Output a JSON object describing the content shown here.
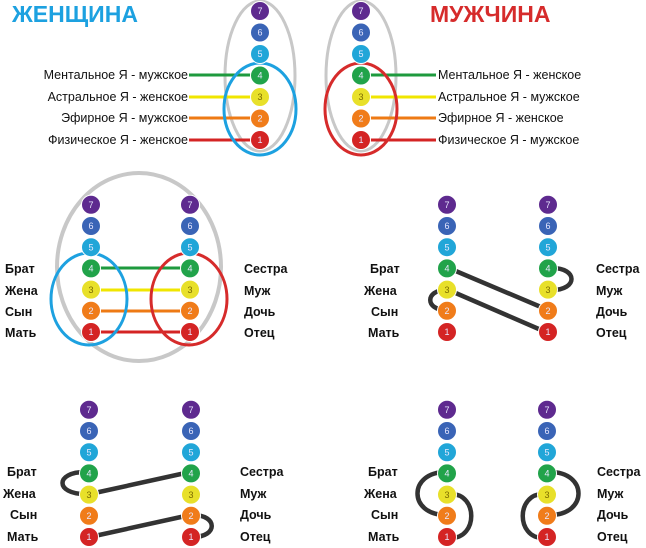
{
  "title_left": "ЖЕНЩИНА",
  "title_right": "МУЖЧИНА",
  "colors": {
    "woman": "#1da1e0",
    "man": "#d62b2b",
    "oval_gray": "#c8c8c8",
    "chakras": [
      "#d42424",
      "#f07c1a",
      "#e8e02a",
      "#21a34a",
      "#21a6d8",
      "#3a64b6",
      "#5e2a8f"
    ]
  },
  "chakra_numbers": [
    "1",
    "2",
    "3",
    "4",
    "5",
    "6",
    "7"
  ],
  "woman_bodies": [
    {
      "label": "Ментальное Я - мужское",
      "line_color": "#1e9a3e"
    },
    {
      "label": "Астральное Я - женское",
      "line_color": "#f0e600"
    },
    {
      "label": "Эфирное Я - мужское",
      "line_color": "#ee7a14"
    },
    {
      "label": "Физическое Я - женское",
      "line_color": "#d42424"
    }
  ],
  "man_bodies": [
    {
      "label": "Ментальное Я - женское",
      "line_color": "#1e9a3e"
    },
    {
      "label": "Астральное Я - мужское",
      "line_color": "#f0e600"
    },
    {
      "label": "Эфирное Я - женское",
      "line_color": "#ee7a14"
    },
    {
      "label": "Физическое Я - мужское",
      "line_color": "#d42424"
    }
  ],
  "relations_left": [
    "Брат",
    "Жена",
    "Сын",
    "Мать"
  ],
  "relations_right": [
    "Сестра",
    "Муж",
    "Дочь",
    "Отец"
  ]
}
